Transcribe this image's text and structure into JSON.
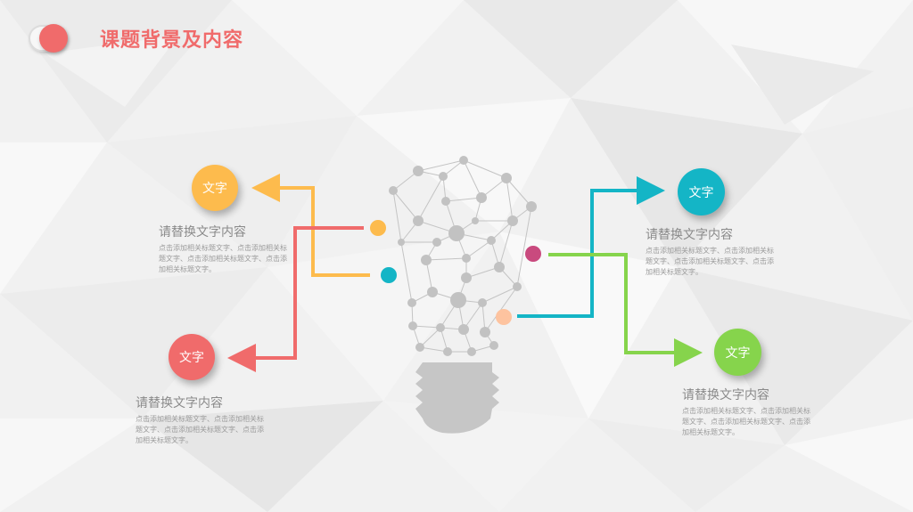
{
  "header": {
    "title": "课题背景及内容"
  },
  "colors": {
    "accent": "#f06b6b",
    "yellow": "#fdbb4d",
    "red": "#f06b6b",
    "teal": "#14b5c6",
    "green": "#86d44c",
    "node_yellow": "#fdbb4d",
    "node_teal": "#14b5c6",
    "node_magenta": "#c94a7e",
    "node_peach": "#fdc39f"
  },
  "items": [
    {
      "label": "文字",
      "heading": "请替换文字内容",
      "body": "点击添加相关标题文字、点击添加相关标题文字、点击添加相关标题文字、点击添加相关标题文字。"
    },
    {
      "label": "文字",
      "heading": "请替换文字内容",
      "body": "点击添加相关标题文字、点击添加相关标题文字、点击添加相关标题文字、点击添加相关标题文字。"
    },
    {
      "label": "文字",
      "heading": "请替换文字内容",
      "body": "点击添加相关标题文字、点击添加相关标题文字、点击添加相关标题文字、点击添加相关标题文字。"
    },
    {
      "label": "文字",
      "heading": "请替换文字内容",
      "body": "点击添加相关标题文字、点击添加相关标题文字、点击添加相关标题文字、点击添加相关标题文字。"
    }
  ],
  "icons": {
    "center": "lightbulb-network-icon",
    "logo": "toggle-dot-icon"
  }
}
